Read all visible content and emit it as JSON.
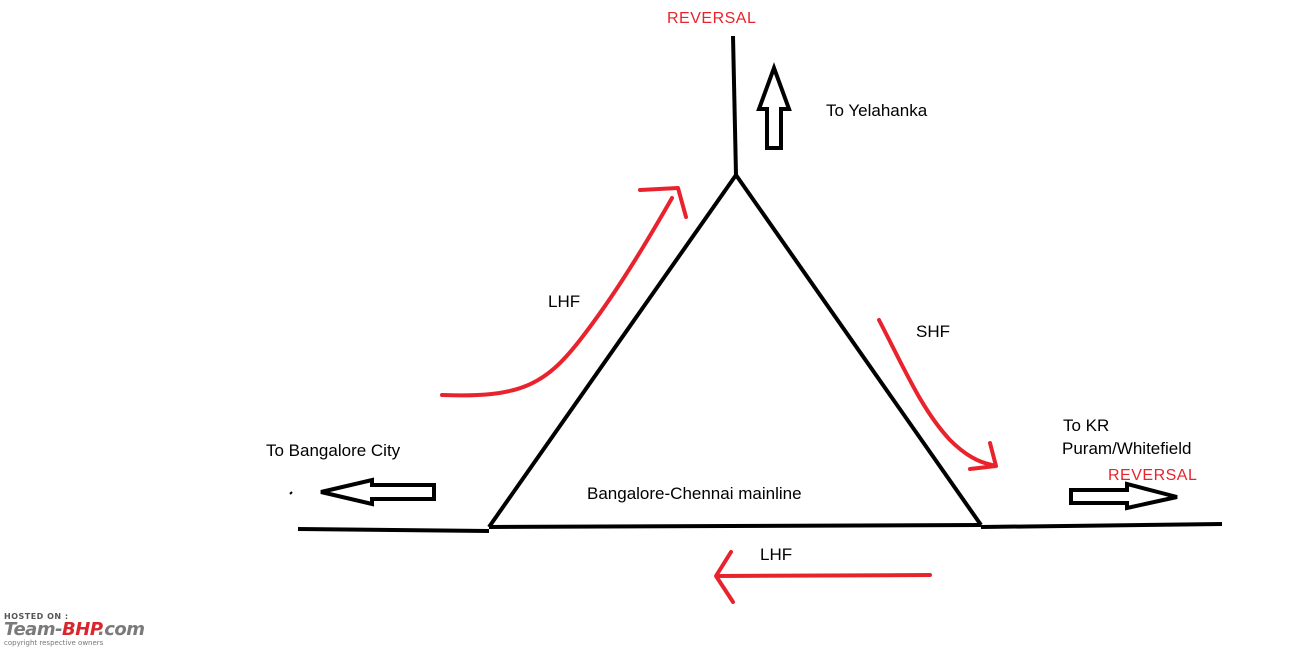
{
  "labels": {
    "reversal_top": "REVERSAL",
    "to_yelahanka": "To Yelahanka",
    "lhf_left": "LHF",
    "shf_right": "SHF",
    "to_bangalore_city": "To Bangalore City",
    "to_kr_line1": "To KR",
    "to_kr_line2": "Puram/Whitefield",
    "reversal_right": "REVERSAL",
    "mainline": "Bangalore-Chennai mainline",
    "lhf_bottom": "LHF"
  },
  "watermark": {
    "hosted_on": "HOSTED ON :",
    "logo_part1": "Team-",
    "logo_part2": "BHP",
    "logo_part3": ".com",
    "copyright": "copyright respective owners"
  },
  "colors": {
    "track": "#000000",
    "route_arrow": "#e8232d",
    "label_text": "#000000",
    "reversal_text": "#e8232d"
  }
}
